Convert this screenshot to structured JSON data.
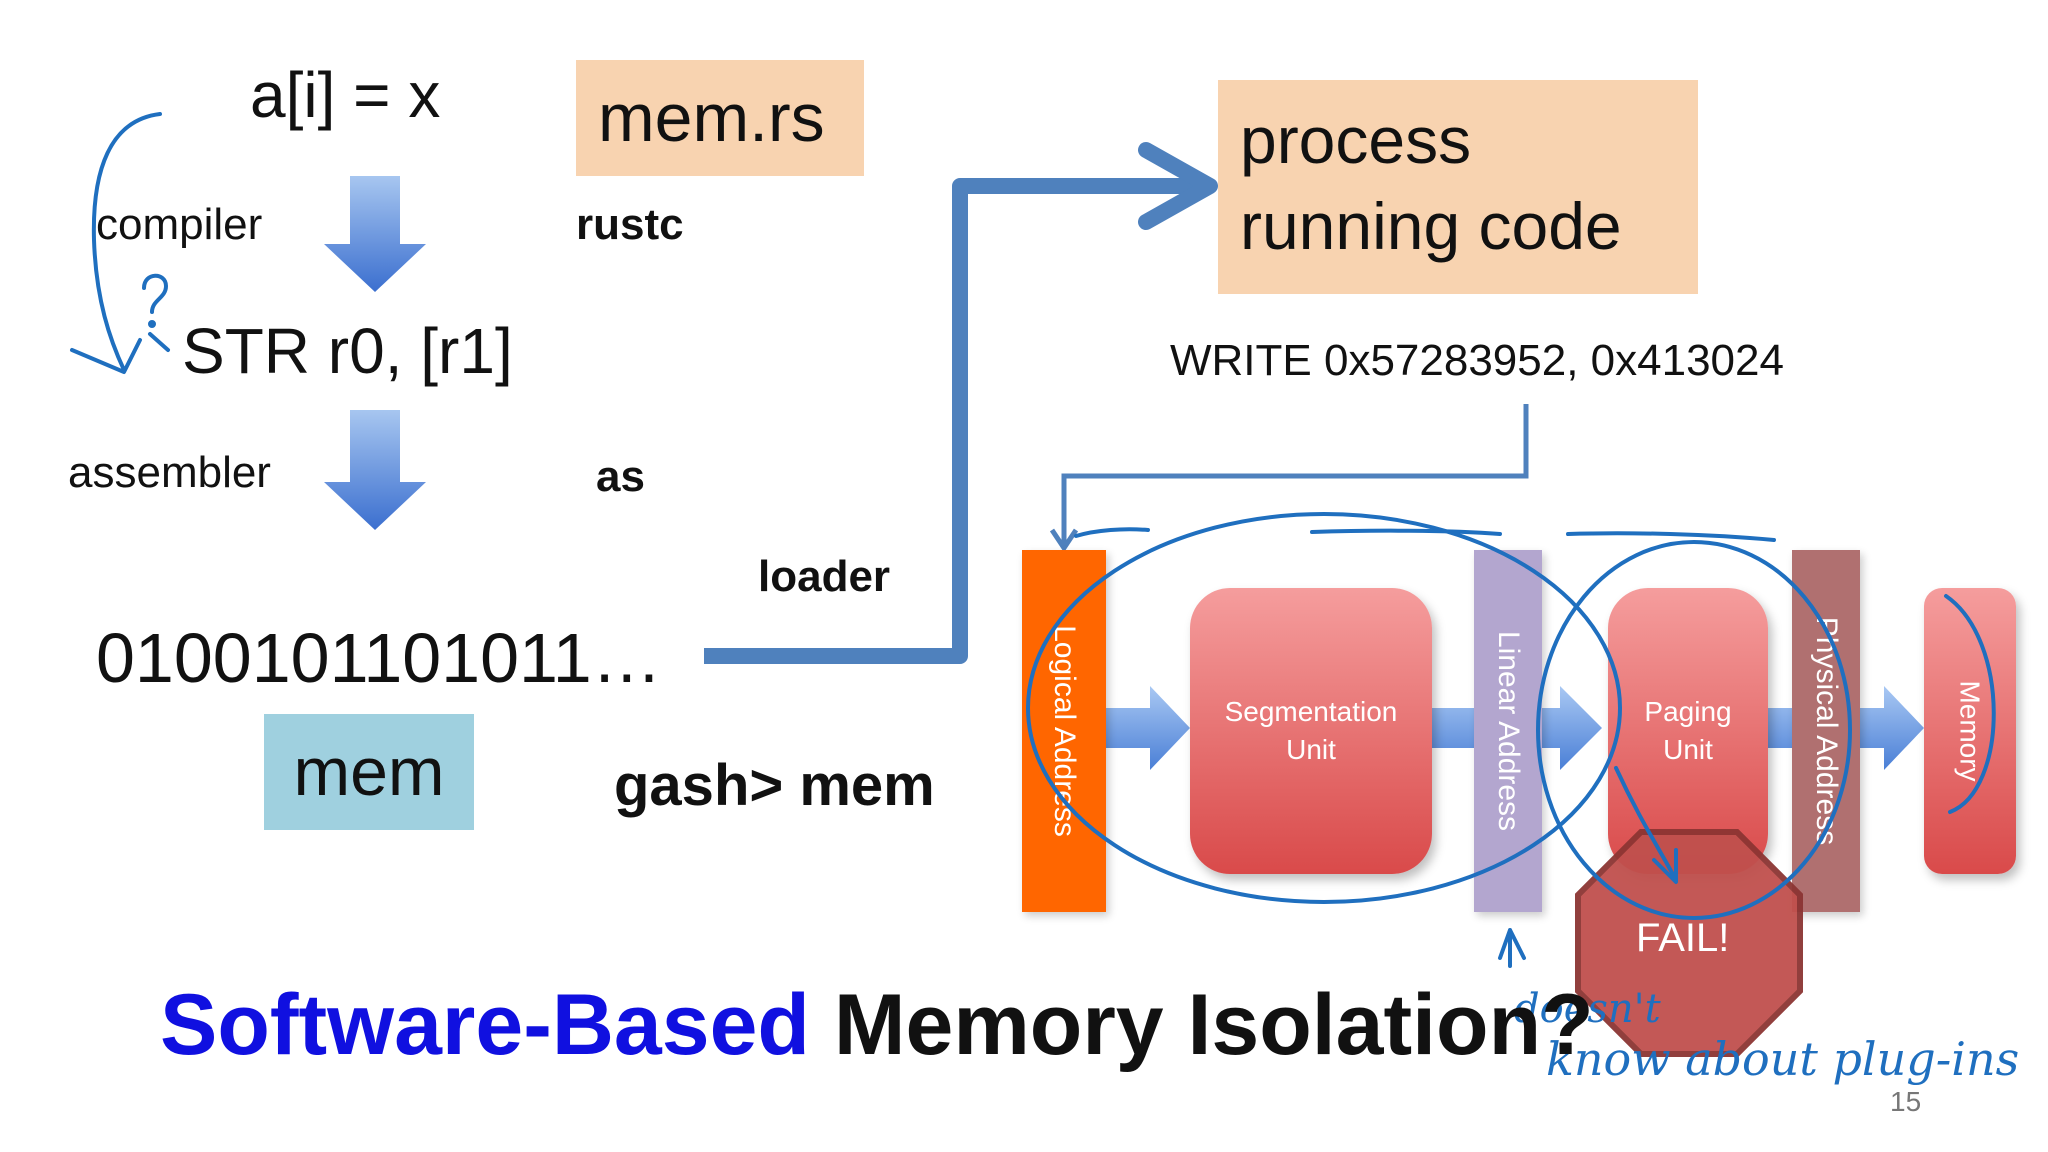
{
  "slide": {
    "code_line": "a[i] = x",
    "file_name": "mem.rs",
    "compiler_label": "compiler",
    "compiler_tool": "rustc",
    "asm_line": "STR r0, [r1]",
    "assembler_label": "assembler",
    "assembler_tool": "as",
    "loader_label": "loader",
    "binary_line": "0100101101011…",
    "binary_name": "mem",
    "shell_command": "gash> mem",
    "process_line1": "process",
    "process_line2": "running code",
    "write_instruction": "WRITE 0x57283952, 0x413024",
    "pipeline": {
      "logical_address": "Logical Address",
      "segmentation_line1": "Segmentation",
      "segmentation_line2": "Unit",
      "linear_address": "Linear Address",
      "paging_line1": "Paging",
      "paging_line2": "Unit",
      "physical_address": "Physical Address",
      "memory": "Memory",
      "fail": "FAIL!"
    },
    "title_part1": "Software-Based",
    "title_part2": "Memory Isolation?",
    "handwritten_note_line1": "doesn't",
    "handwritten_note_line2": "know about plug-ins",
    "page_number": "15"
  },
  "colors": {
    "title_blue": "#1010e0",
    "arrow_blue": "#4f81bd",
    "ink_blue": "#1f6fbf",
    "logical_bar": "#ff6600",
    "linear_bar": "#b3a6cf",
    "physical_bar": "#b07070"
  }
}
